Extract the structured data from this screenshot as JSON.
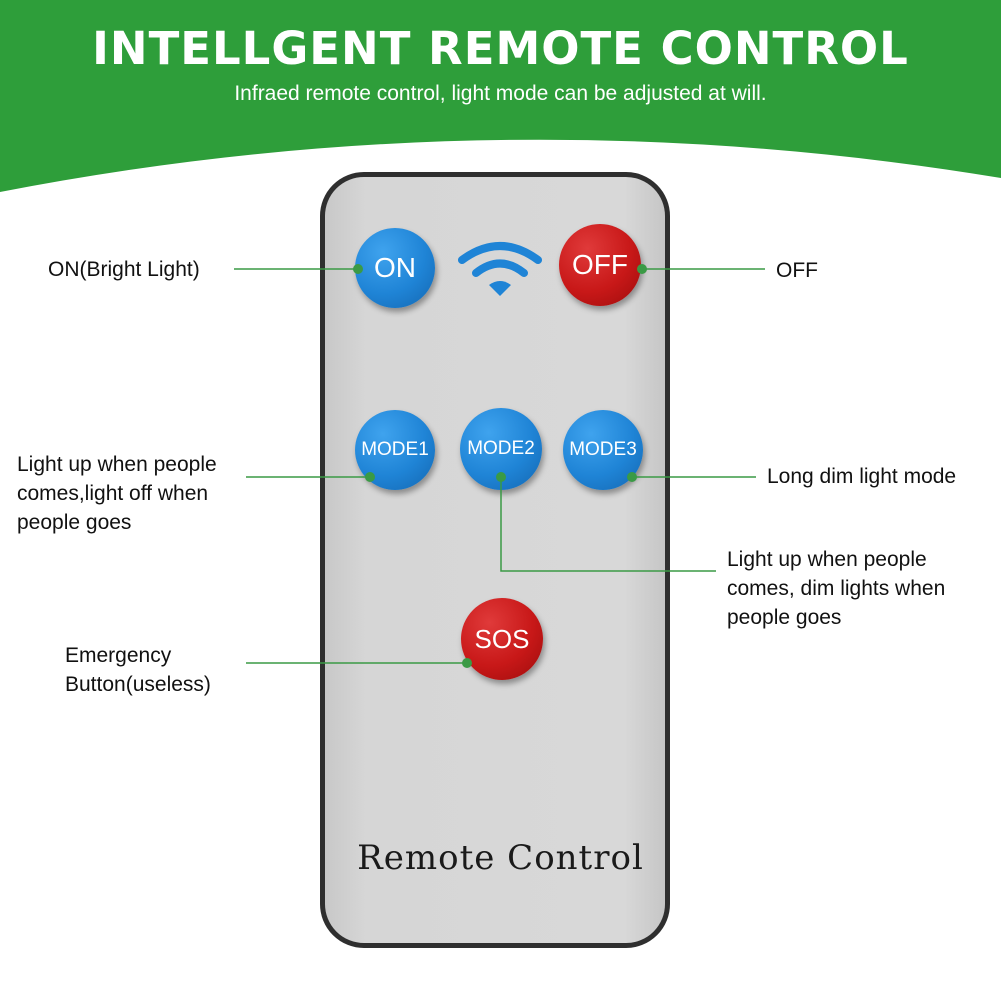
{
  "header": {
    "title": "INTELLGENT REMOTE CONTROL",
    "subtitle": "Infraed remote control, light mode can be adjusted at will.",
    "banner_color": "#2e9e3a"
  },
  "remote": {
    "buttons": {
      "on": "ON",
      "off": "OFF",
      "mode1": "MODE1",
      "mode2": "MODE2",
      "mode3": "MODE3",
      "sos": "SOS"
    },
    "signal_icon": "wifi-signal-icon",
    "label": "Remote Control",
    "button_colors": {
      "blue": "#1f84d6",
      "red": "#c81818"
    }
  },
  "callouts": {
    "on": "ON(Bright Light)",
    "off": "OFF",
    "mode1": [
      "Light up when people",
      "comes,light off when",
      "people goes"
    ],
    "mode3": "Long dim light mode",
    "mode2": [
      "Light up when people",
      "comes, dim lights when",
      "people goes"
    ],
    "sos": [
      "Emergency",
      "Button(useless)"
    ]
  },
  "leader_color": "#3a9a45"
}
